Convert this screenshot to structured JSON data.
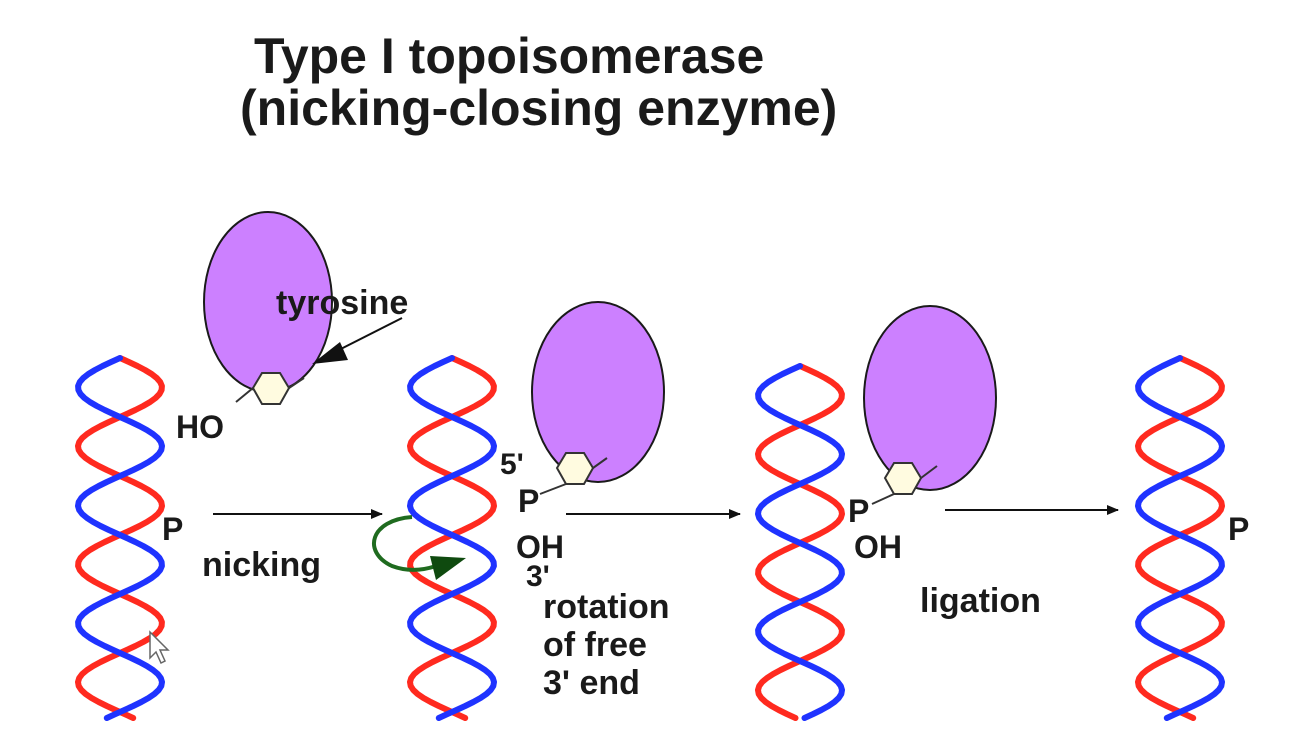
{
  "title": {
    "line1": "Type I topoisomerase",
    "line2": "(nicking-closing enzyme)"
  },
  "labels": {
    "tyrosine": "tyrosine",
    "ho": "HO",
    "p": "P",
    "five_prime": "5'",
    "oh": "OH",
    "three_prime": "3'",
    "nicking": "nicking",
    "rotation_1": "rotation",
    "rotation_2": "of free",
    "rotation_3": "3' end",
    "ligation": "ligation"
  },
  "colors": {
    "strand_red": "#ff2a1f",
    "strand_blue": "#1f33ff",
    "enzyme_fill": "#cc80ff",
    "enzyme_stroke": "#1a1a1a",
    "tyrosine_ring": "#fffbe0",
    "rotation_arrow": "#1f6b1f",
    "arrow": "#111111"
  },
  "icons": {
    "enzyme": "enzyme-oval",
    "tyrosine": "hexagon-ring-icon",
    "arrow": "right-arrow-icon",
    "rotation": "curved-rotation-arrow-icon",
    "cursor": "mouse-pointer-icon"
  }
}
